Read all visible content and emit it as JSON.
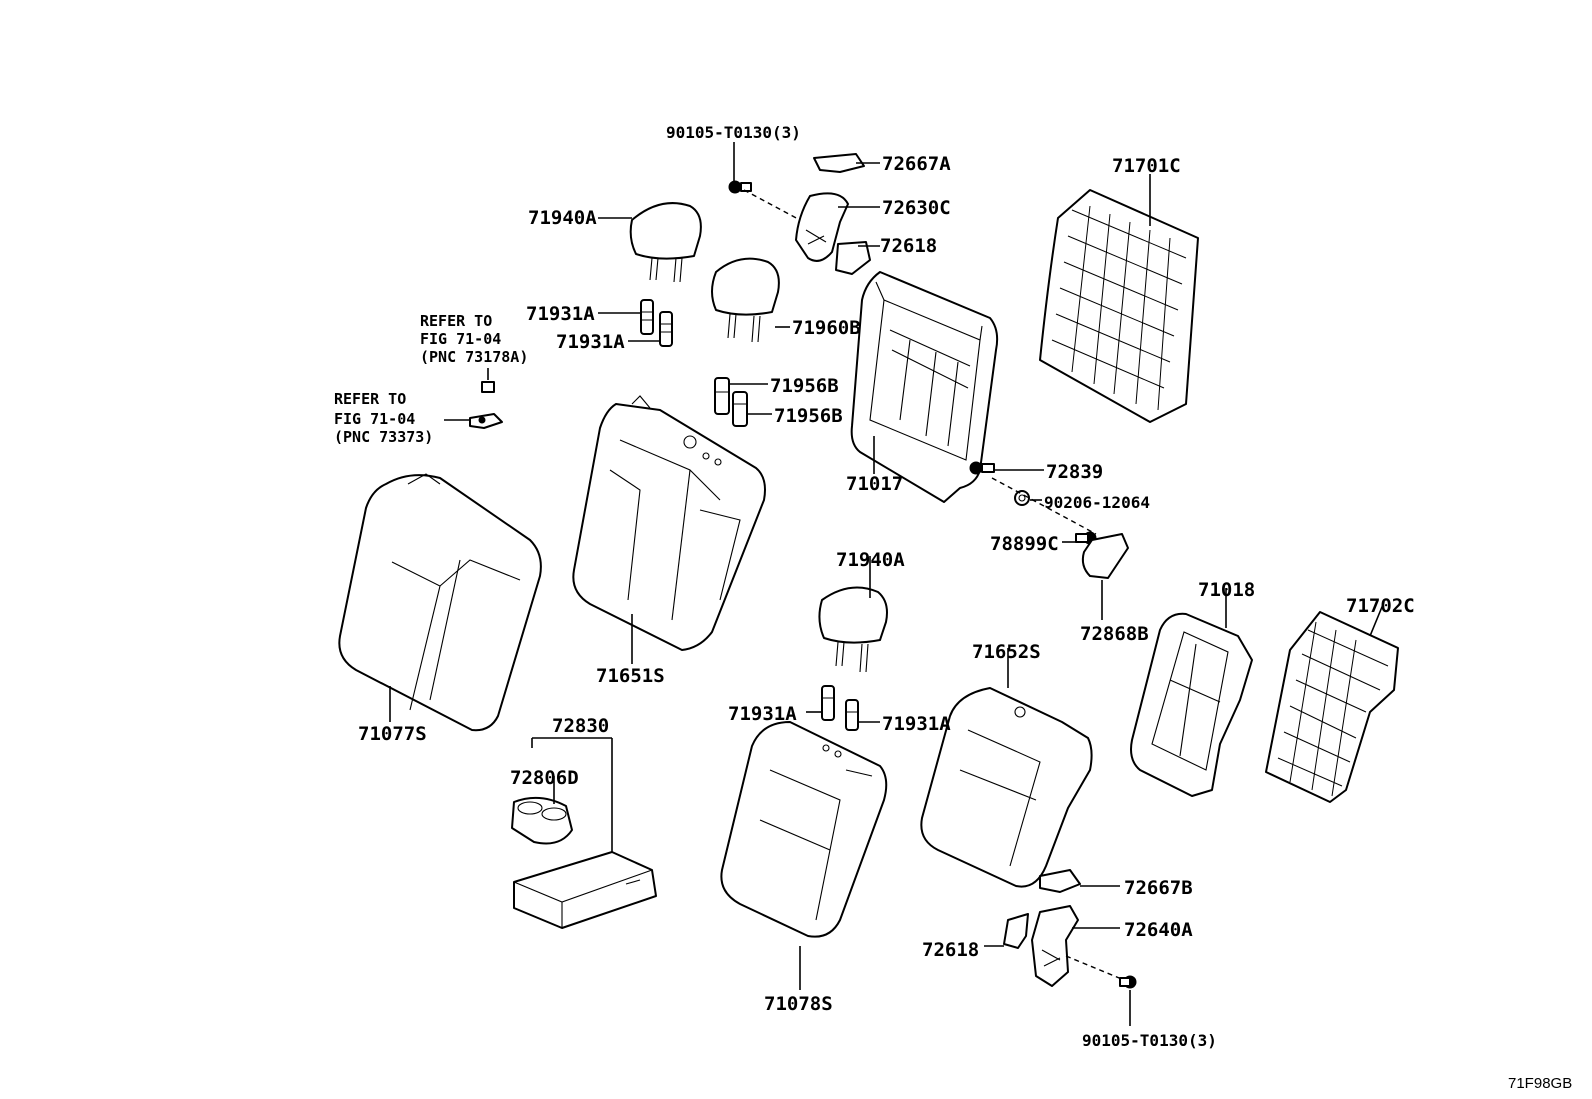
{
  "diagram": {
    "code": "71F98GB",
    "references": [
      {
        "line1": "REFER TO",
        "line2": "FIG 71-04",
        "line3": "(PNC 73178A)"
      },
      {
        "line1": "REFER TO",
        "line2": "FIG 71-04",
        "line3": "(PNC 73373)"
      }
    ],
    "parts": {
      "p90105_top": "90105-T0130(3)",
      "p72667A": "72667A",
      "p72630C": "72630C",
      "p72618_top": "72618",
      "p71701C": "71701C",
      "p71940A_top": "71940A",
      "p71931A_1": "71931A",
      "p71931A_2": "71931A",
      "p71960B": "71960B",
      "p71956B_1": "71956B",
      "p71956B_2": "71956B",
      "p71017": "71017",
      "p72839": "72839",
      "p90206": "90206-12064",
      "p78899C": "78899C",
      "p72868B": "72868B",
      "p71018": "71018",
      "p71702C": "71702C",
      "p71651S": "71651S",
      "p71077S": "71077S",
      "p71940A_mid": "71940A",
      "p71652S": "71652S",
      "p71931A_3": "71931A",
      "p71931A_4": "71931A",
      "p72830": "72830",
      "p72806D": "72806D",
      "p71078S": "71078S",
      "p72667B": "72667B",
      "p72640A": "72640A",
      "p72618_bot": "72618",
      "p90105_bot": "90105-T0130(3)"
    }
  }
}
